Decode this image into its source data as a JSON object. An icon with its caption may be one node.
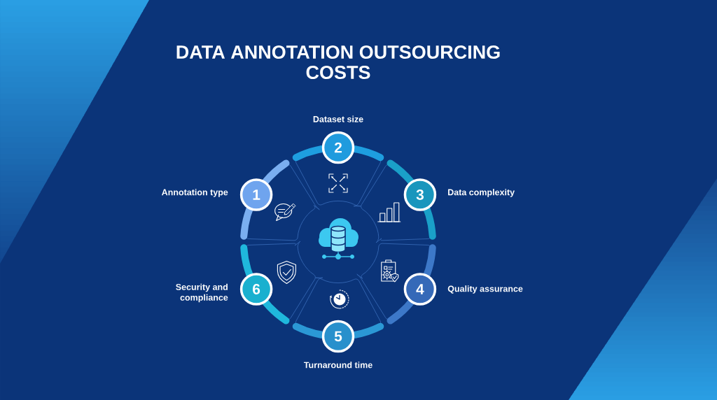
{
  "diagram": {
    "title": "DATA ANNOTATION OUTSOURCING COSTS",
    "nodes": [
      {
        "text": [
          "1"
        ],
        "beside": [
          "Annotation type"
        ]
      },
      {
        "text": [
          "2"
        ],
        "beside": [
          "Dataset size"
        ]
      },
      {
        "text": [
          "3"
        ],
        "beside": [
          "Data complexity"
        ]
      },
      {
        "text": [
          "4"
        ],
        "beside": [
          "Quality assurance"
        ]
      },
      {
        "text": [
          "5"
        ],
        "beside": [
          "Turnaround time"
        ]
      },
      {
        "text": [
          "6"
        ],
        "beside": [
          "Security and compliance"
        ]
      }
    ]
  }
}
